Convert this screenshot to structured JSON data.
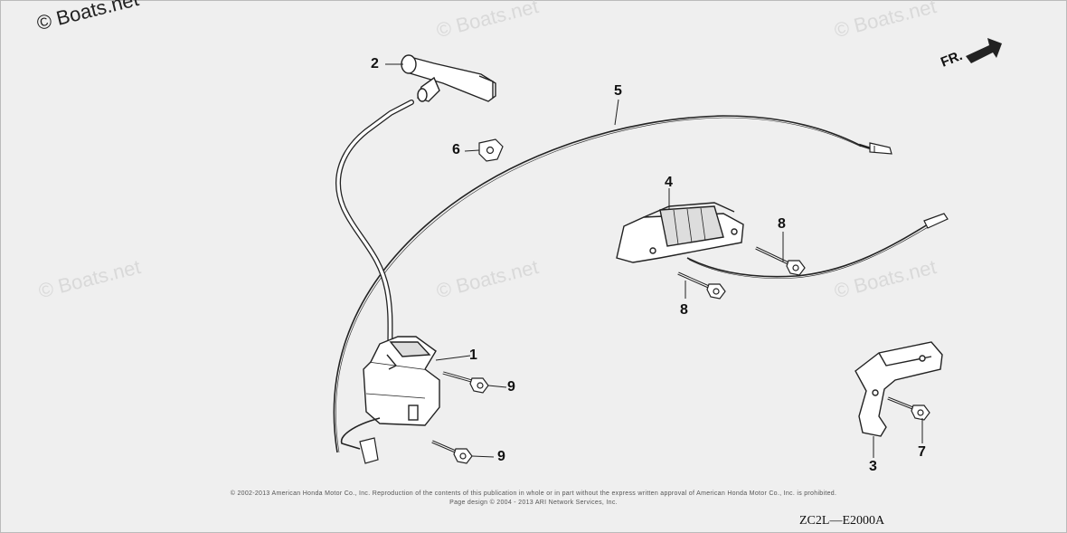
{
  "watermark": {
    "main": "© Boats.net",
    "repeat": "© Boats.net"
  },
  "direction_label": "FR.",
  "callouts": [
    "1",
    "2",
    "3",
    "4",
    "5",
    "6",
    "7",
    "8",
    "8",
    "9",
    "9"
  ],
  "copyright_line1": "© 2002-2013 American Honda Motor Co., Inc. Reproduction of the contents of this publication in whole or in part without the express written approval of American Honda Motor Co., Inc. is prohibited.",
  "copyright_line2": "Page design © 2004 - 2013 ARI Network Services, Inc.",
  "diagram_code": "ZC2L—E2000A"
}
